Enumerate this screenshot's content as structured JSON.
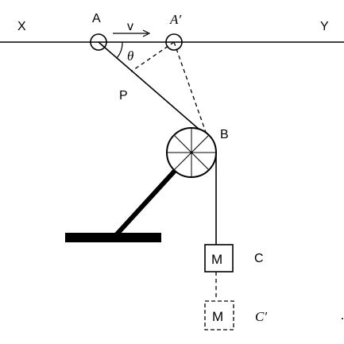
{
  "labels": {
    "x_end": "X",
    "y_end": "Y",
    "point_a": "A",
    "velocity": "v",
    "point_a_prime": "A′",
    "angle": "θ",
    "point_p": "P",
    "pulley_b": "B",
    "mass_block": "M",
    "mass_block_moved": "M",
    "position_c": "C",
    "position_c_prime": "C′"
  },
  "colors": {
    "stroke": "#000000",
    "background": "#ffffff"
  }
}
